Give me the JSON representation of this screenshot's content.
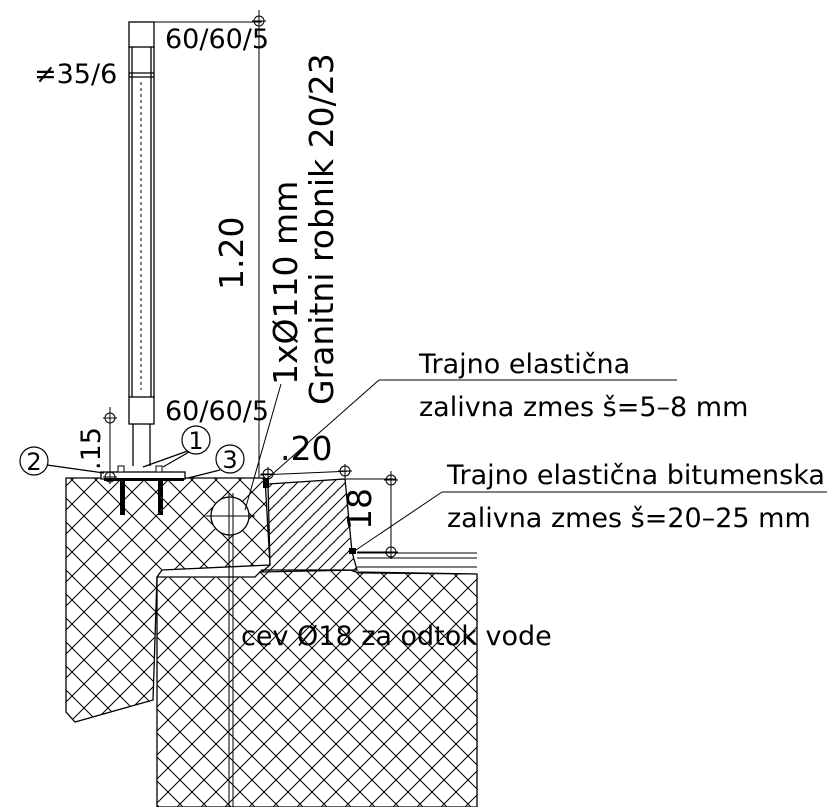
{
  "labels": {
    "post_top_section": "60/60/5",
    "post_bottom_section": "60/60/5",
    "post_tube": "≠35/6",
    "post_height": "1.20",
    "pipe": "1xØ110  mm",
    "kerb": "Granitni robnik 20/23",
    "kerb_width": ".20",
    "kerb_height": "18",
    "base_plate_height": ".15",
    "sealant_1_line1": "Trajno elastična",
    "sealant_1_line2": "zalivna zmes š=5–8  mm",
    "sealant_2_line1": "Trajno elastična bitumenska",
    "sealant_2_line2": "zalivna zmes š=20–25  mm",
    "drain_pipe": "cev Ø18 za odtok vode"
  },
  "callouts": [
    "1",
    "2",
    "3"
  ],
  "colors": {
    "line": "#000000",
    "background": "#ffffff"
  }
}
